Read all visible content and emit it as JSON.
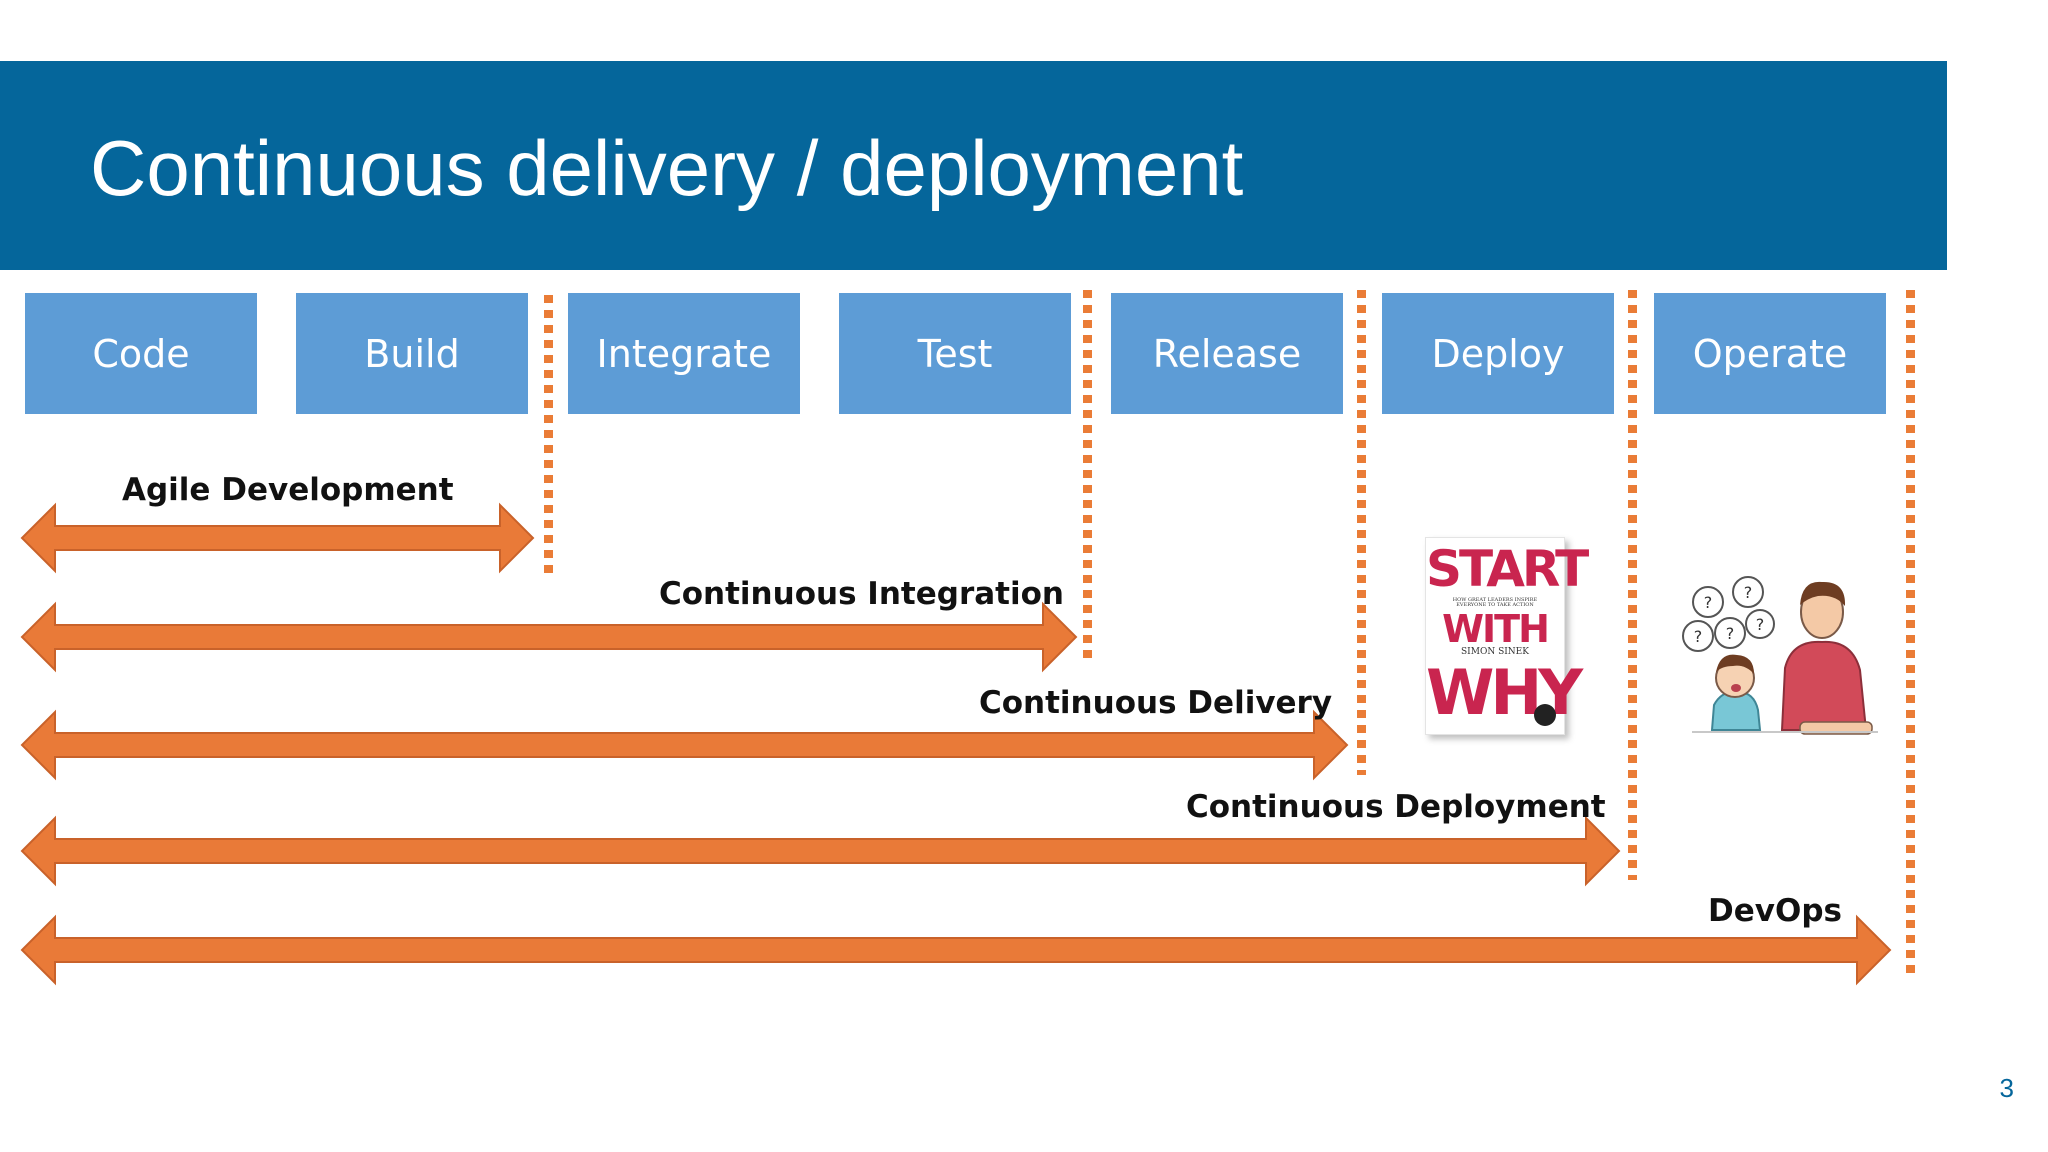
{
  "title": "Continuous delivery / deployment",
  "stages": [
    "Code",
    "Build",
    "Integrate",
    "Test",
    "Release",
    "Deploy",
    "Operate"
  ],
  "practices": [
    {
      "label": "Agile Development"
    },
    {
      "label": "Continuous Integration"
    },
    {
      "label": "Continuous Delivery"
    },
    {
      "label": "Continuous Deployment"
    },
    {
      "label": "DevOps"
    }
  ],
  "book": {
    "line1": "START",
    "line2": "WITH",
    "line3": "WHY",
    "subtitle": "HOW GREAT LEADERS INSPIRE EVERYONE TO TAKE ACTION",
    "author": "SIMON SINEK"
  },
  "page_number": "3",
  "colors": {
    "title_bar": "#05669b",
    "stage_box": "#5d9cd6",
    "arrow": "#e97a38",
    "divider": "#ea7c36",
    "book_title": "#c9254f"
  },
  "icons": [
    "book-cover-icon",
    "confused-people-icon"
  ]
}
